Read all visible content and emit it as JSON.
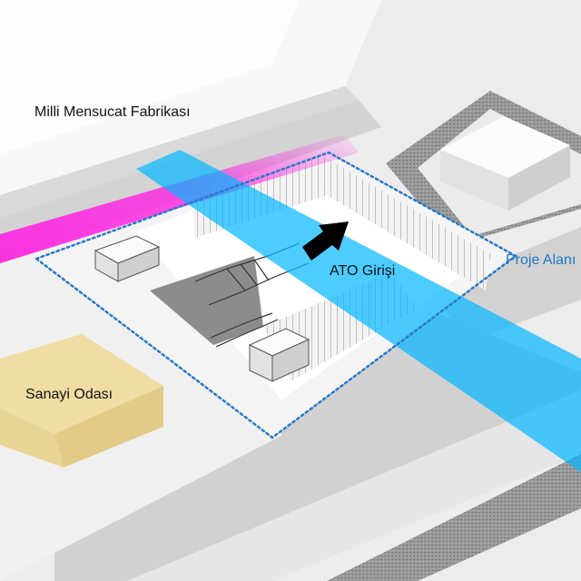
{
  "labels": {
    "factory": "Milli Mensucat Fabrikası",
    "chamber": "Sanayi Odası",
    "entrance": "ATO Girişi",
    "project_area": "Proje Alanı"
  },
  "colors": {
    "background": "#ececec",
    "road": "#d4d4d4",
    "hatch_ground": "#8c8c8c",
    "factory_block": "#fafafa",
    "chamber_block": "#eedb9f",
    "magenta_axis": "#ff1fe2",
    "cyan_axis": "#00b6ff",
    "project_boundary": "#2a78c8",
    "entrance_arrow": "#000000",
    "label_text": "#111111",
    "project_label_text": "#1f77c8"
  },
  "icons": {
    "entrance_arrow": "arrow-up-right-icon"
  }
}
